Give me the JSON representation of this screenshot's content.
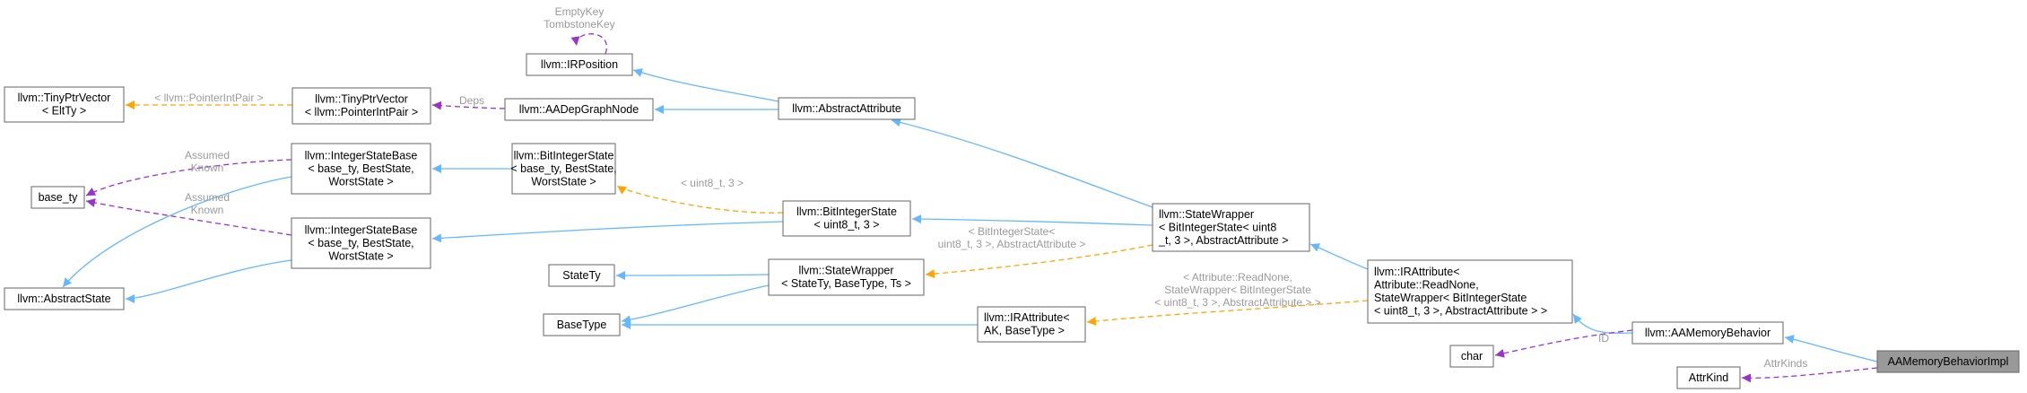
{
  "nodes": {
    "aamemorybehaviorimpl": [
      "AAMemoryBehaviorImpl"
    ],
    "aamemorybehavior": [
      "llvm::AAMemoryBehavior"
    ],
    "irattribute_readnone": [
      "llvm::IRAttribute<",
      " Attribute::ReadNone,",
      " StateWrapper< BitIntegerState",
      "< uint8_t, 3 >, AbstractAttribute > >"
    ],
    "statewrapper_bis": [
      "llvm::StateWrapper",
      "< BitIntegerState< uint8",
      "_t, 3 >, AbstractAttribute >"
    ],
    "abstractattribute": [
      "llvm::AbstractAttribute"
    ],
    "irposition": [
      "llvm::IRPosition"
    ],
    "aadepgraphnode": [
      "llvm::AADepGraphNode"
    ],
    "tinyptrvector_pip": [
      "llvm::TinyPtrVector",
      "< llvm::PointerIntPair >"
    ],
    "tinyptrvector_eltty": [
      "llvm::TinyPtrVector",
      "< EltTy >"
    ],
    "bitintegerstate_u8": [
      "llvm::BitIntegerState",
      "< uint8_t, 3 >"
    ],
    "bitintegerstate_generic": [
      "llvm::BitIntegerState",
      "< base_ty, BestState,",
      " WorstState >"
    ],
    "integerstatebase_1": [
      "llvm::IntegerStateBase",
      "< base_ty, BestState,",
      " WorstState >"
    ],
    "integerstatebase_2": [
      "llvm::IntegerStateBase",
      "< base_ty, BestState,",
      " WorstState >"
    ],
    "base_ty": [
      "base_ty"
    ],
    "abstractstate": [
      "llvm::AbstractState"
    ],
    "statety": [
      "StateTy"
    ],
    "statewrapper_generic": [
      "llvm::StateWrapper",
      "< StateTy, BaseType, Ts >"
    ],
    "basetype": [
      "BaseType"
    ],
    "irattribute_generic": [
      "llvm::IRAttribute<",
      " AK, BaseType >"
    ],
    "char": [
      "char"
    ],
    "attrkind": [
      "AttrKind"
    ]
  },
  "edge_labels": {
    "irposition_self": [
      "EmptyKey",
      "TombstoneKey"
    ],
    "deps": [
      "Deps"
    ],
    "pointerintpair": [
      "< llvm::PointerIntPair >"
    ],
    "assumed_known_1": [
      "Assumed",
      "Known"
    ],
    "assumed_known_2": [
      "Assumed",
      "Known"
    ],
    "uint8_t_3": [
      "< uint8_t, 3 >"
    ],
    "bitintegerstate_abstract": [
      "< BitIntegerState<",
      " uint8_t, 3 >, AbstractAttribute >"
    ],
    "readnone_statewrapper": [
      "< Attribute::ReadNone,",
      " StateWrapper< BitIntegerState",
      "< uint8_t, 3 >, AbstractAttribute > >"
    ],
    "id": [
      "ID"
    ],
    "attrkinds": [
      "AttrKinds"
    ]
  },
  "colors": {
    "inheritance": "#63b8ff",
    "usage": "#9a32cd",
    "template": "#ffa500",
    "highlight_fill": "#999999",
    "node_border": "#666666",
    "label_text": "#9a9a9a"
  }
}
